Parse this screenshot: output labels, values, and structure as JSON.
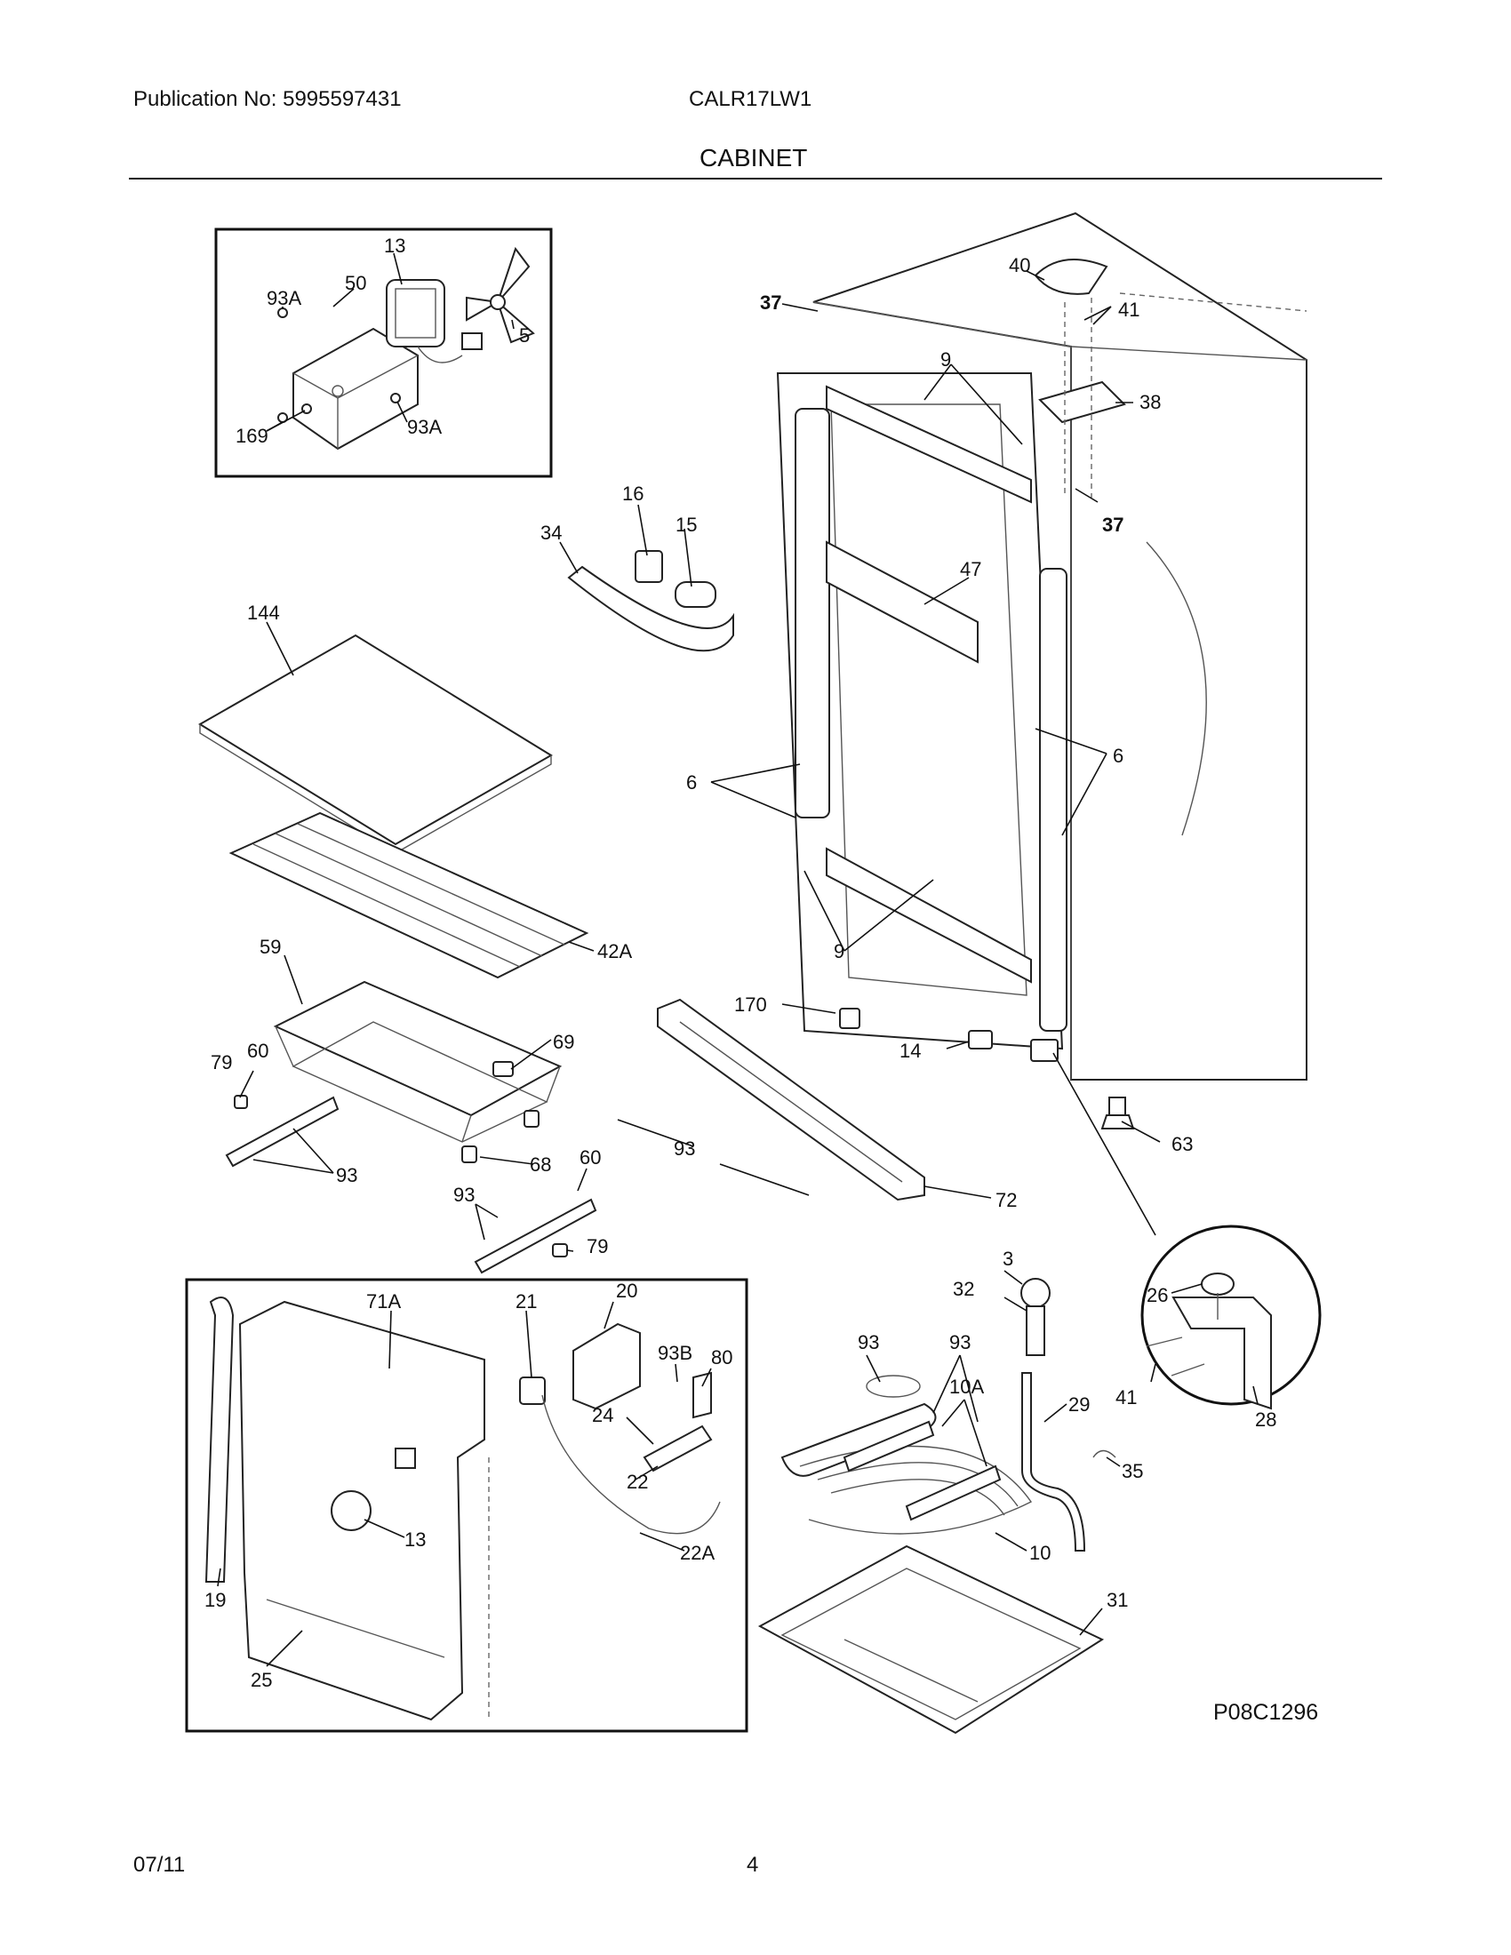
{
  "header": {
    "publication": "Publication No: 5995597431",
    "model": "CALR17LW1",
    "section": "CABINET"
  },
  "figure_code": "P08C1296",
  "footer": {
    "date": "07/11",
    "page": "4"
  },
  "callouts": [
    {
      "id": "c13a",
      "text": "13"
    },
    {
      "id": "c93a1",
      "text": "93A"
    },
    {
      "id": "c50",
      "text": "50"
    },
    {
      "id": "c5",
      "text": "5"
    },
    {
      "id": "c169",
      "text": "169"
    },
    {
      "id": "c93a2",
      "text": "93A"
    },
    {
      "id": "c37a",
      "text": "37"
    },
    {
      "id": "c40",
      "text": "40"
    },
    {
      "id": "c41a",
      "text": "41"
    },
    {
      "id": "c9a",
      "text": "9"
    },
    {
      "id": "c38",
      "text": "38"
    },
    {
      "id": "c37b",
      "text": "37"
    },
    {
      "id": "c16",
      "text": "16"
    },
    {
      "id": "c15",
      "text": "15"
    },
    {
      "id": "c34",
      "text": "34"
    },
    {
      "id": "c47",
      "text": "47"
    },
    {
      "id": "c144",
      "text": "144"
    },
    {
      "id": "c6a",
      "text": "6"
    },
    {
      "id": "c6b",
      "text": "6"
    },
    {
      "id": "c42a",
      "text": "42A"
    },
    {
      "id": "c59",
      "text": "59"
    },
    {
      "id": "c9b",
      "text": "9"
    },
    {
      "id": "c170",
      "text": "170"
    },
    {
      "id": "c69",
      "text": "69"
    },
    {
      "id": "c79a",
      "text": "79"
    },
    {
      "id": "c60a",
      "text": "60"
    },
    {
      "id": "c14",
      "text": "14"
    },
    {
      "id": "c63",
      "text": "63"
    },
    {
      "id": "c93b",
      "text": "93"
    },
    {
      "id": "c68",
      "text": "68"
    },
    {
      "id": "c60b",
      "text": "60"
    },
    {
      "id": "c93c",
      "text": "93"
    },
    {
      "id": "c72",
      "text": "72"
    },
    {
      "id": "c93d",
      "text": "93"
    },
    {
      "id": "c79b",
      "text": "79"
    },
    {
      "id": "c3",
      "text": "3"
    },
    {
      "id": "c32",
      "text": "32"
    },
    {
      "id": "c26",
      "text": "26"
    },
    {
      "id": "c71a",
      "text": "71A"
    },
    {
      "id": "c21",
      "text": "21"
    },
    {
      "id": "c20",
      "text": "20"
    },
    {
      "id": "c93e",
      "text": "93"
    },
    {
      "id": "c93f",
      "text": "93"
    },
    {
      "id": "c93b2",
      "text": "93B"
    },
    {
      "id": "c80",
      "text": "80"
    },
    {
      "id": "c10a",
      "text": "10A"
    },
    {
      "id": "c24",
      "text": "24"
    },
    {
      "id": "c29",
      "text": "29"
    },
    {
      "id": "c41b",
      "text": "41"
    },
    {
      "id": "c28",
      "text": "28"
    },
    {
      "id": "c22",
      "text": "22"
    },
    {
      "id": "c35",
      "text": "35"
    },
    {
      "id": "c13b",
      "text": "13"
    },
    {
      "id": "c10",
      "text": "10"
    },
    {
      "id": "c22a",
      "text": "22A"
    },
    {
      "id": "c19",
      "text": "19"
    },
    {
      "id": "c31",
      "text": "31"
    },
    {
      "id": "c25",
      "text": "25"
    }
  ]
}
